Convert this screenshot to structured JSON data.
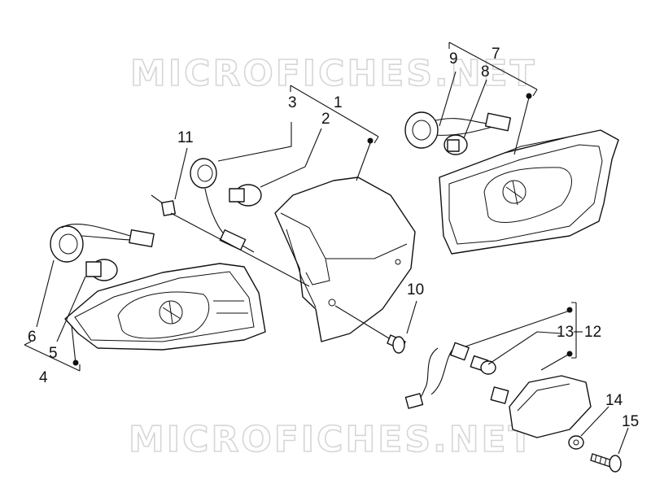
{
  "watermark": {
    "text": "MICROFICHES.NET"
  },
  "callouts": [
    {
      "key": "1",
      "text": "1"
    },
    {
      "key": "2",
      "text": "2"
    },
    {
      "key": "3",
      "text": "3"
    },
    {
      "key": "4",
      "text": "4"
    },
    {
      "key": "5",
      "text": "5"
    },
    {
      "key": "6",
      "text": "6"
    },
    {
      "key": "7",
      "text": "7"
    },
    {
      "key": "8",
      "text": "8"
    },
    {
      "key": "9",
      "text": "9"
    },
    {
      "key": "10",
      "text": "10"
    },
    {
      "key": "11",
      "text": "11"
    },
    {
      "key": "12",
      "text": "12"
    },
    {
      "key": "13",
      "text": "13"
    },
    {
      "key": "14",
      "text": "14"
    },
    {
      "key": "15",
      "text": "15"
    }
  ]
}
